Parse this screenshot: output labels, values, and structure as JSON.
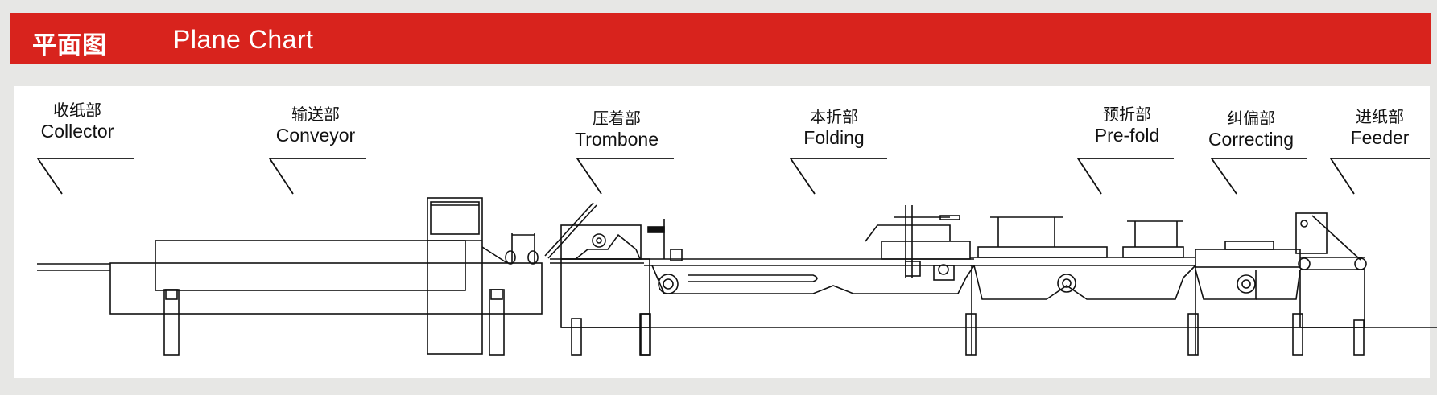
{
  "header": {
    "title_zh": "平面图",
    "title_en": "Plane Chart",
    "background_color": "#d8231d"
  },
  "sections": [
    {
      "zh": "收纸部",
      "en": "Collector"
    },
    {
      "zh": "输送部",
      "en": "Conveyor"
    },
    {
      "zh": "压着部",
      "en": "Trombone"
    },
    {
      "zh": "本折部",
      "en": "Folding"
    },
    {
      "zh": "预折部",
      "en": "Pre-fold"
    },
    {
      "zh": "纠偏部",
      "en": "Correcting"
    },
    {
      "zh": "进纸部",
      "en": "Feeder"
    }
  ]
}
